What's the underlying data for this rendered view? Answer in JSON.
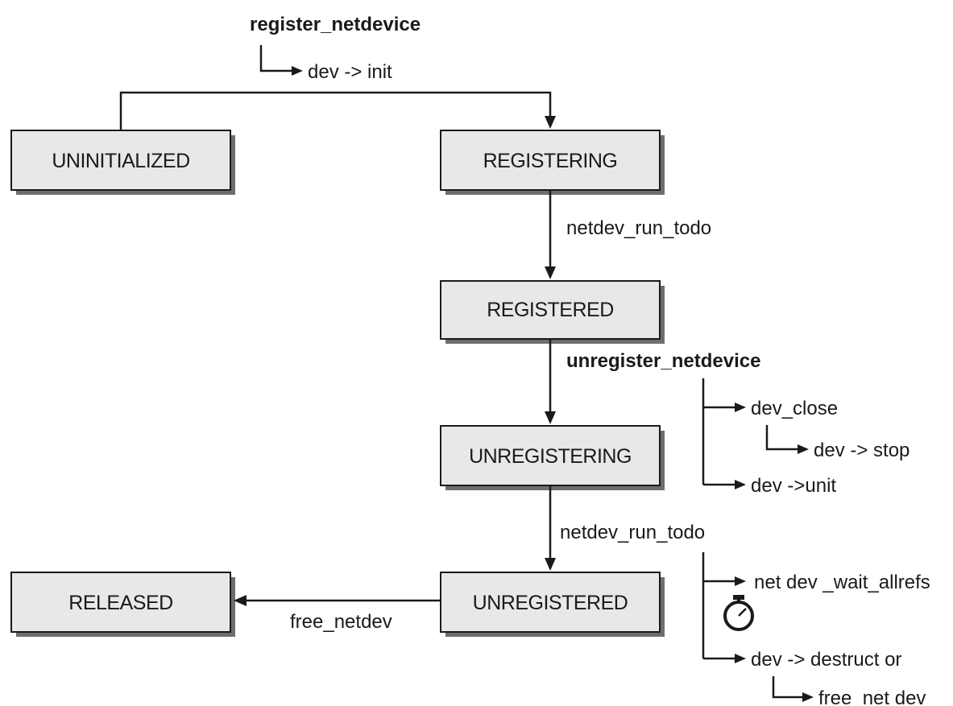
{
  "states": {
    "uninitialized": "UNINITIALIZED",
    "registering": "REGISTERING",
    "registered": "REGISTERED",
    "unregistering": "UNREGISTERING",
    "unregistered": "UNREGISTERED",
    "released": "RELEASED"
  },
  "transitions": {
    "register_netdevice": "register_netdevice",
    "dev_init": "dev -> init",
    "netdev_run_todo_1": "netdev_run_todo",
    "unregister_netdevice": "unregister_netdevice",
    "dev_close": "dev_close",
    "dev_stop": "dev -> stop",
    "dev_unit": "dev ->unit",
    "netdev_run_todo_2": "netdev_run_todo",
    "netdev_wait_allrefs": "net dev _wait_allrefs",
    "dev_destruct": "dev -> destruct or",
    "free_net_dev": "free_net dev",
    "free_netdev": "free_netdev"
  },
  "icons": {
    "wait": "stopwatch-icon"
  }
}
